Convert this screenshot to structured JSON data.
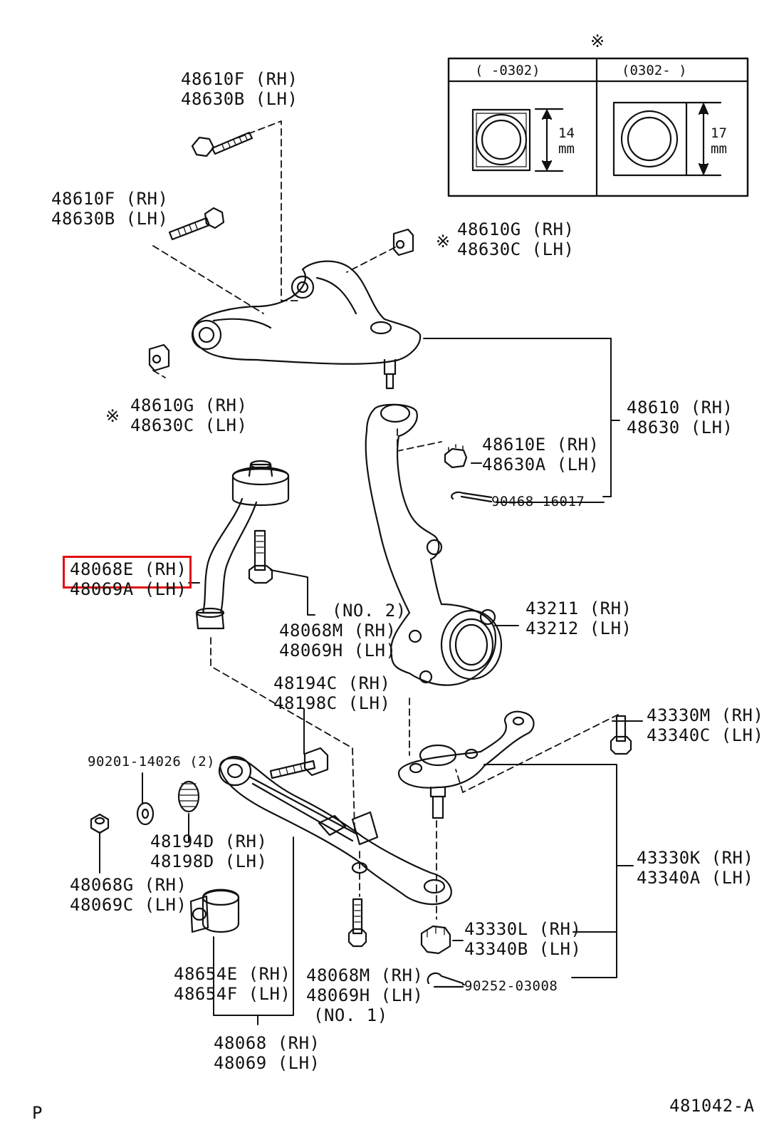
{
  "notes": {
    "kome": "※",
    "figure_id": "481042-A",
    "corner": "P"
  },
  "inset": {
    "col1": "(      -0302)",
    "col2": "(0302-       )",
    "dim1_a": "14",
    "dim1_b": "mm",
    "dim2_a": "17",
    "dim2_b": "mm"
  },
  "parts": {
    "p48610F_a": {
      "rh": "48610F (RH)",
      "lh": "48630B (LH)"
    },
    "p48610F_b": {
      "rh": "48610F (RH)",
      "lh": "48630B (LH)"
    },
    "p48610G_a": {
      "rh": "48610G (RH)",
      "lh": "48630C (LH)"
    },
    "p48610G_b": {
      "rh": "48610G (RH)",
      "lh": "48630C (LH)"
    },
    "p48610": {
      "rh": "48610 (RH)",
      "lh": "48630 (LH)"
    },
    "p48610E": {
      "rh": "48610E (RH)",
      "lh": "48630A (LH)"
    },
    "p90468": {
      "text": "90468-16017"
    },
    "p48068E": {
      "rh": "48068E (RH)",
      "lh": "48069A (LH)"
    },
    "p48068M_2": {
      "no": "(NO. 2)",
      "rh": "48068M (RH)",
      "lh": "48069H (LH)"
    },
    "p43211": {
      "rh": "43211 (RH)",
      "lh": "43212 (LH)"
    },
    "p48194C": {
      "rh": "48194C (RH)",
      "lh": "48198C (LH)"
    },
    "p43330M": {
      "rh": "43330M (RH)",
      "lh": "43340C (LH)"
    },
    "p90201": {
      "text": "90201-14026 (2)"
    },
    "p48194D": {
      "rh": "48194D (RH)",
      "lh": "48198D (LH)"
    },
    "p48068G": {
      "rh": "48068G (RH)",
      "lh": "48069C (LH)"
    },
    "p43330K": {
      "rh": "43330K (RH)",
      "lh": "43340A (LH)"
    },
    "p43330L": {
      "rh": "43330L (RH)",
      "lh": "43340B (LH)"
    },
    "p48654E": {
      "rh": "48654E (RH)",
      "lh": "48654F (LH)"
    },
    "p48068M_1": {
      "rh": "48068M (RH)",
      "lh": "48069H (LH)",
      "no": "(NO. 1)"
    },
    "p90252": {
      "text": "90252-03008"
    },
    "p48068": {
      "rh": "48068 (RH)",
      "lh": "48069 (LH)"
    }
  },
  "highlight": {
    "part": "48068E (RH)",
    "color": "#e01010"
  }
}
